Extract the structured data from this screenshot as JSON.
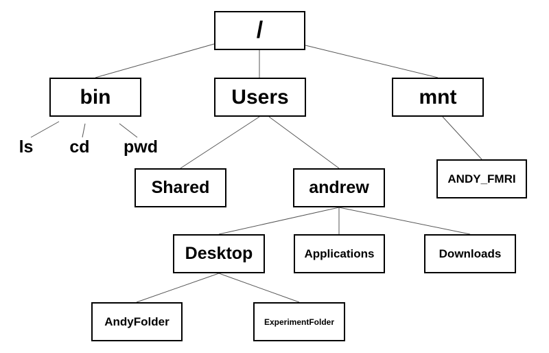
{
  "tree": {
    "root": "/",
    "bin": "bin",
    "users": "Users",
    "mnt": "mnt",
    "ls": "ls",
    "cd": "cd",
    "pwd": "pwd",
    "shared": "Shared",
    "andrew": "andrew",
    "andy_fmri": "ANDY_FMRI",
    "desktop": "Desktop",
    "applications": "Applications",
    "downloads": "Downloads",
    "andyfolder": "AndyFolder",
    "experimentfolder": "ExperimentFolder"
  }
}
